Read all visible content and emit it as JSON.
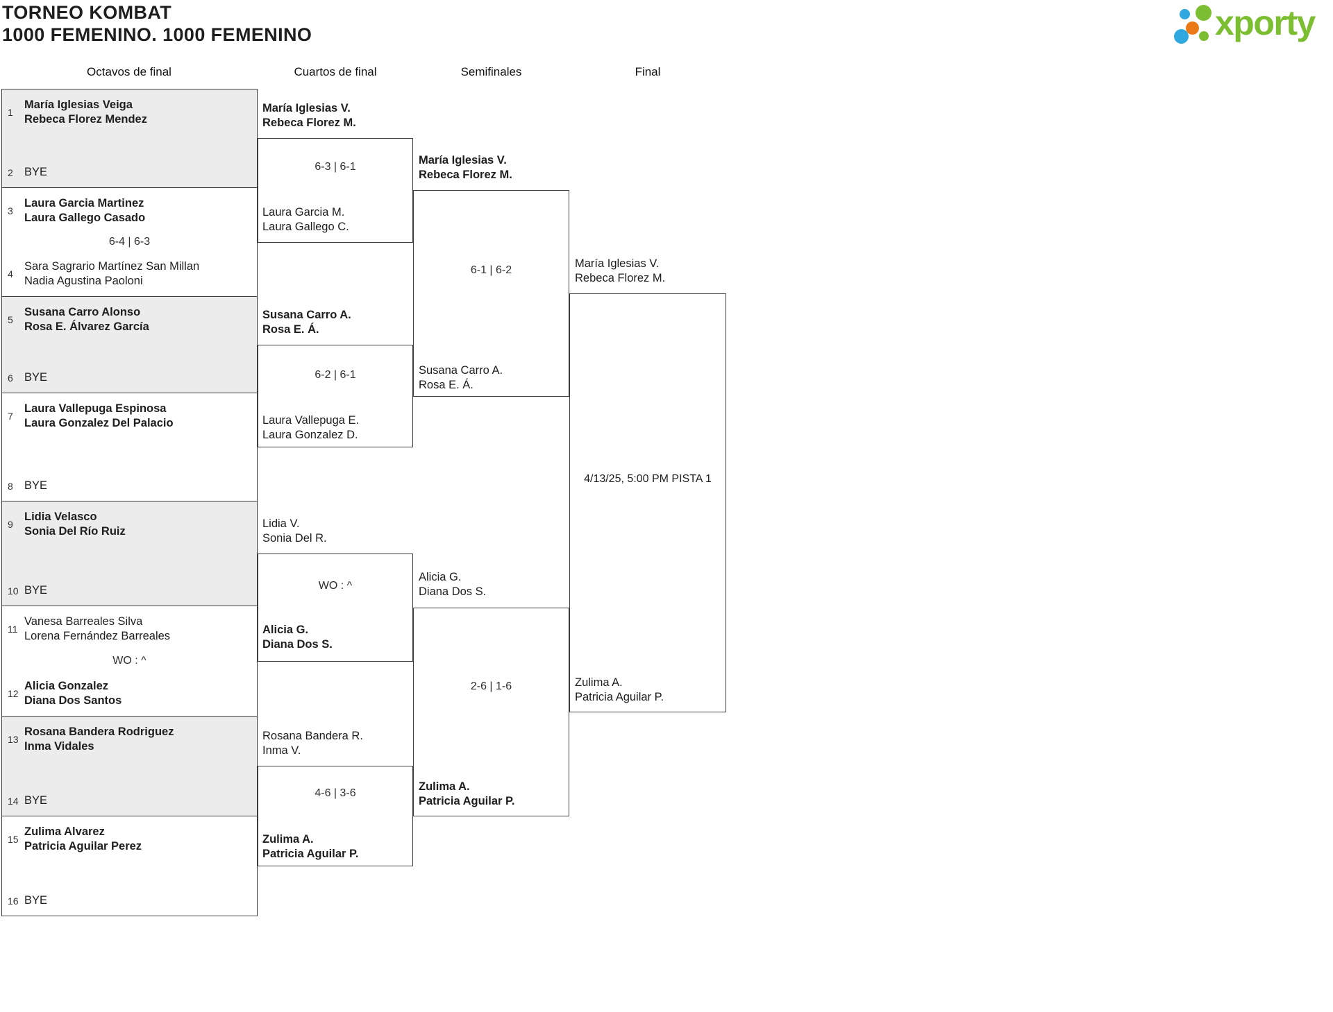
{
  "header": {
    "title_line1": "TORNEO KOMBAT",
    "title_line2": "1000 FEMENINO. 1000 FEMENINO"
  },
  "logo": {
    "text": "xporty"
  },
  "colors": {
    "brand_green": "#7CBE31",
    "brand_blue": "#2FA8DF",
    "brand_orange": "#EA7A18",
    "shaded_box_bg": "#ECECEC",
    "line": "#3C3C3C"
  },
  "round_labels": [
    "Octavos de final",
    "Cuartos de final",
    "Semifinales",
    "Final"
  ],
  "octavos": [
    {
      "top_seed": "1",
      "top1": "María Iglesias Veiga",
      "top2": "Rebeca Florez Mendez",
      "top_winner": true,
      "bottom_seed": "2",
      "bottom1": "BYE",
      "bottom2": "",
      "bottom_winner": false,
      "score": ""
    },
    {
      "top_seed": "3",
      "top1": "Laura Garcia Martinez",
      "top2": "Laura Gallego Casado",
      "top_winner": true,
      "bottom_seed": "4",
      "bottom1": "Sara Sagrario Martínez San Millan",
      "bottom2": "Nadia Agustina Paoloni",
      "bottom_winner": false,
      "score": "6-4 | 6-3"
    },
    {
      "top_seed": "5",
      "top1": "Susana Carro Alonso",
      "top2": "Rosa E. Álvarez García",
      "top_winner": true,
      "bottom_seed": "6",
      "bottom1": "BYE",
      "bottom2": "",
      "bottom_winner": false,
      "score": ""
    },
    {
      "top_seed": "7",
      "top1": "Laura Vallepuga Espinosa",
      "top2": "Laura Gonzalez Del Palacio",
      "top_winner": true,
      "bottom_seed": "8",
      "bottom1": "BYE",
      "bottom2": "",
      "bottom_winner": false,
      "score": ""
    },
    {
      "top_seed": "9",
      "top1": "Lidia Velasco",
      "top2": "Sonia Del Río Ruiz",
      "top_winner": true,
      "bottom_seed": "10",
      "bottom1": "BYE",
      "bottom2": "",
      "bottom_winner": false,
      "score": ""
    },
    {
      "top_seed": "11",
      "top1": "Vanesa Barreales Silva",
      "top2": "Lorena Fernández Barreales",
      "top_winner": false,
      "bottom_seed": "12",
      "bottom1": "Alicia Gonzalez",
      "bottom2": "Diana Dos Santos",
      "bottom_winner": true,
      "score": "WO : ^"
    },
    {
      "top_seed": "13",
      "top1": "Rosana Bandera Rodriguez",
      "top2": "Inma Vidales",
      "top_winner": true,
      "bottom_seed": "14",
      "bottom1": "BYE",
      "bottom2": "",
      "bottom_winner": false,
      "score": ""
    },
    {
      "top_seed": "15",
      "top1": "Zulima Alvarez",
      "top2": "Patricia Aguilar Perez",
      "top_winner": true,
      "bottom_seed": "16",
      "bottom1": "BYE",
      "bottom2": "",
      "bottom_winner": false,
      "score": ""
    }
  ],
  "cuartos": [
    {
      "top1": "María Iglesias V.",
      "top2": "Rebeca Florez M.",
      "top_winner": true,
      "score": "6-3 | 6-1",
      "bottom1": "Laura Garcia M.",
      "bottom2": "Laura Gallego C.",
      "bottom_winner": false
    },
    {
      "top1": "Susana Carro A.",
      "top2": "Rosa E. Á.",
      "top_winner": true,
      "score": "6-2 | 6-1",
      "bottom1": "Laura Vallepuga E.",
      "bottom2": "Laura Gonzalez D.",
      "bottom_winner": false
    },
    {
      "top1": "Lidia V.",
      "top2": "Sonia Del R.",
      "top_winner": false,
      "score": "WO : ^",
      "bottom1": "Alicia G.",
      "bottom2": "Diana Dos S.",
      "bottom_winner": true
    },
    {
      "top1": "Rosana Bandera R.",
      "top2": "Inma V.",
      "top_winner": false,
      "score": "4-6 | 3-6",
      "bottom1": "Zulima A.",
      "bottom2": "Patricia Aguilar P.",
      "bottom_winner": true
    }
  ],
  "semifinales": [
    {
      "top1": "María Iglesias V.",
      "top2": "Rebeca Florez M.",
      "top_winner": true,
      "score": "6-1 | 6-2",
      "bottom1": "Susana Carro A.",
      "bottom2": "Rosa E. Á.",
      "bottom_winner": false
    },
    {
      "top1": "Alicia G.",
      "top2": "Diana Dos S.",
      "top_winner": false,
      "score": "2-6 | 1-6",
      "bottom1": "Zulima A.",
      "bottom2": "Patricia Aguilar P.",
      "bottom_winner": true
    }
  ],
  "final": {
    "top1": "María Iglesias V.",
    "top2": "Rebeca Florez M.",
    "schedule": "4/13/25, 5:00 PM PISTA 1",
    "bottom1": "Zulima A.",
    "bottom2": "Patricia Aguilar P."
  }
}
